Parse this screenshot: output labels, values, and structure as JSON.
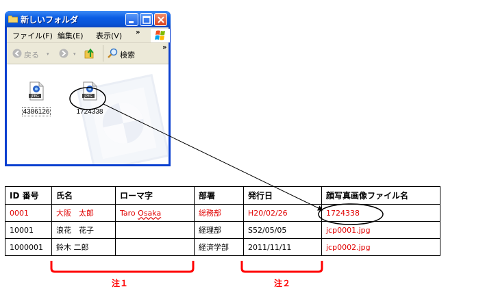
{
  "window": {
    "title": "新しいフォルダ",
    "menu": [
      {
        "label": "ファイル(F)"
      },
      {
        "label": "編集(E)"
      },
      {
        "label": "表示(V)"
      }
    ],
    "menu_overflow": "»",
    "toolbar": {
      "back_label": "戻る",
      "search_label": "検索",
      "overflow": "»"
    },
    "files": [
      {
        "name": "4386126",
        "type_badge": "JPEG",
        "selected": true
      },
      {
        "name": "1724338",
        "type_badge": "JPEG",
        "selected": false
      }
    ]
  },
  "table": {
    "headers": [
      "ID 番号",
      "氏名",
      "ローマ字",
      "部署",
      "発行日",
      "顔写真画像ファイル名"
    ],
    "rows": [
      {
        "id": "0001",
        "name": "大阪　太郎",
        "romaji": "Taro Osaka",
        "dept": "総務部",
        "date": "H20/02/26",
        "photo": "1724338"
      },
      {
        "id": "10001",
        "name": "浪花　花子",
        "romaji": "",
        "dept": "経理部",
        "date": "S52/05/05",
        "photo": "jcp0001.jpg"
      },
      {
        "id": "1000001",
        "name": "鈴木 二郎",
        "romaji": "",
        "dept": "経済学部",
        "date": "2011/11/11",
        "photo": "jcp0002.jpg"
      }
    ]
  },
  "annotations": {
    "note1": "注１",
    "note2": "注２"
  },
  "colors": {
    "highlight_red": "#e00000",
    "bracket_red": "#ff0000",
    "titlebar_blue": "#0b5de4"
  }
}
